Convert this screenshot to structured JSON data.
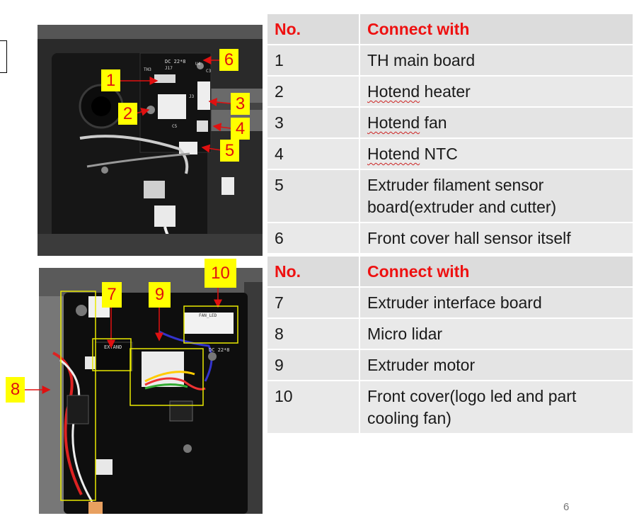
{
  "tables": [
    {
      "header": {
        "no": "No.",
        "connect": "Connect with"
      },
      "rows": [
        {
          "no": "1",
          "text": "TH main board"
        },
        {
          "no": "2",
          "text": "Hotend heater"
        },
        {
          "no": "3",
          "text": "Hotend fan"
        },
        {
          "no": "4",
          "text": "Hotend NTC"
        },
        {
          "no": "5",
          "text": "Extruder filament sensor board(extruder and cutter)"
        },
        {
          "no": "6",
          "text": "Front cover hall sensor itself"
        }
      ]
    },
    {
      "header": {
        "no": "No.",
        "connect": "Connect with"
      },
      "rows": [
        {
          "no": "7",
          "text": "Extruder interface board"
        },
        {
          "no": "8",
          "text": "Micro lidar"
        },
        {
          "no": "9",
          "text": "Extruder motor"
        },
        {
          "no": "10",
          "text": "Front cover(logo led and part cooling fan)"
        }
      ]
    }
  ],
  "callouts_top": [
    "1",
    "2",
    "3",
    "4",
    "5",
    "6"
  ],
  "callouts_bottom": [
    "7",
    "8",
    "9",
    "10"
  ],
  "board_silk": {
    "top": [
      "DC 22*8",
      "J17",
      "TH3",
      "J3",
      "U4",
      "C3",
      "C5"
    ],
    "bottom": [
      "EXTAND",
      "FAN_LED",
      "DC 22*8"
    ]
  },
  "page_number": "6",
  "colors": {
    "callout_bg": "#ffff00",
    "callout_text": "#e01010",
    "header_text": "#ee1111",
    "table_bg": "#e4e4e4"
  }
}
